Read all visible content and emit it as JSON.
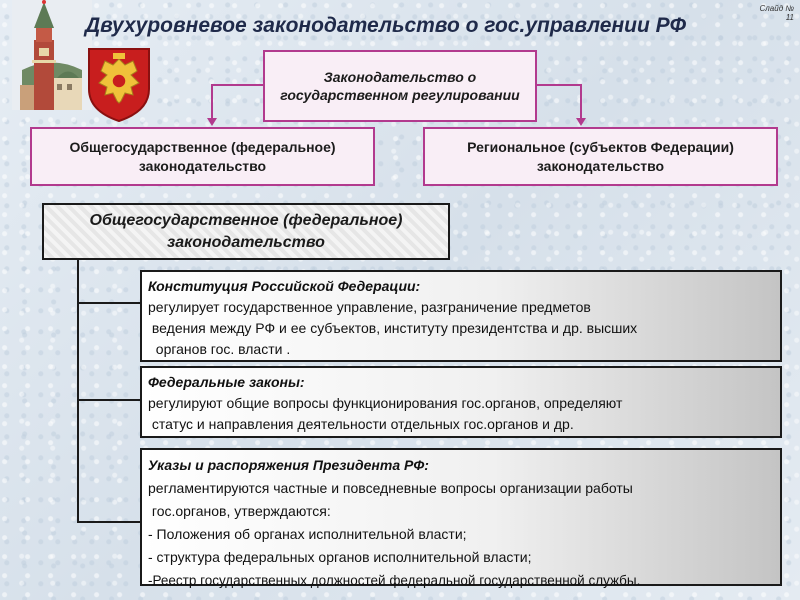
{
  "header": {
    "title": "Двухуровневое законодательство о гос.управлении РФ",
    "slide_number": "Слайд № 11"
  },
  "hierarchy": {
    "top": "Законодательство о государственном регулировании",
    "left": "Общегосударственное (федеральное) законодательство",
    "right": "Региональное (субъектов Федерации) законодательство"
  },
  "section": {
    "title": "Общегосударственное (федеральное) законодательство"
  },
  "items": [
    {
      "title": "Конституция Российской Федерации:",
      "lines": [
        "регулирует государственное управление, разграничение предметов",
        " ведения между РФ и ее субъектов, институту президентства и др. высших",
        "  органов гос. власти ."
      ]
    },
    {
      "title": "Федеральные законы:",
      "lines": [
        "регулируют общие вопросы функционирования гос.органов, определяют",
        " статус и направления деятельности отдельных гос.органов и др."
      ]
    },
    {
      "title": "Указы и распоряжения Президента РФ:",
      "lines": [
        "регламентируются частные и повседневные вопросы организации работы",
        " гос.органов, утверждаются:",
        "- Положения об органах исполнительной власти;",
        "- структура федеральных органов исполнительной власти;",
        "-Реестр государственных должностей федеральной государственной службы."
      ]
    }
  ],
  "colors": {
    "accent": "#b23a8e",
    "title": "#1f2a4a",
    "border": "#1a1a1a"
  },
  "icons": {
    "kremlin": "kremlin-tower-icon",
    "emblem": "russian-coat-of-arms-icon"
  }
}
